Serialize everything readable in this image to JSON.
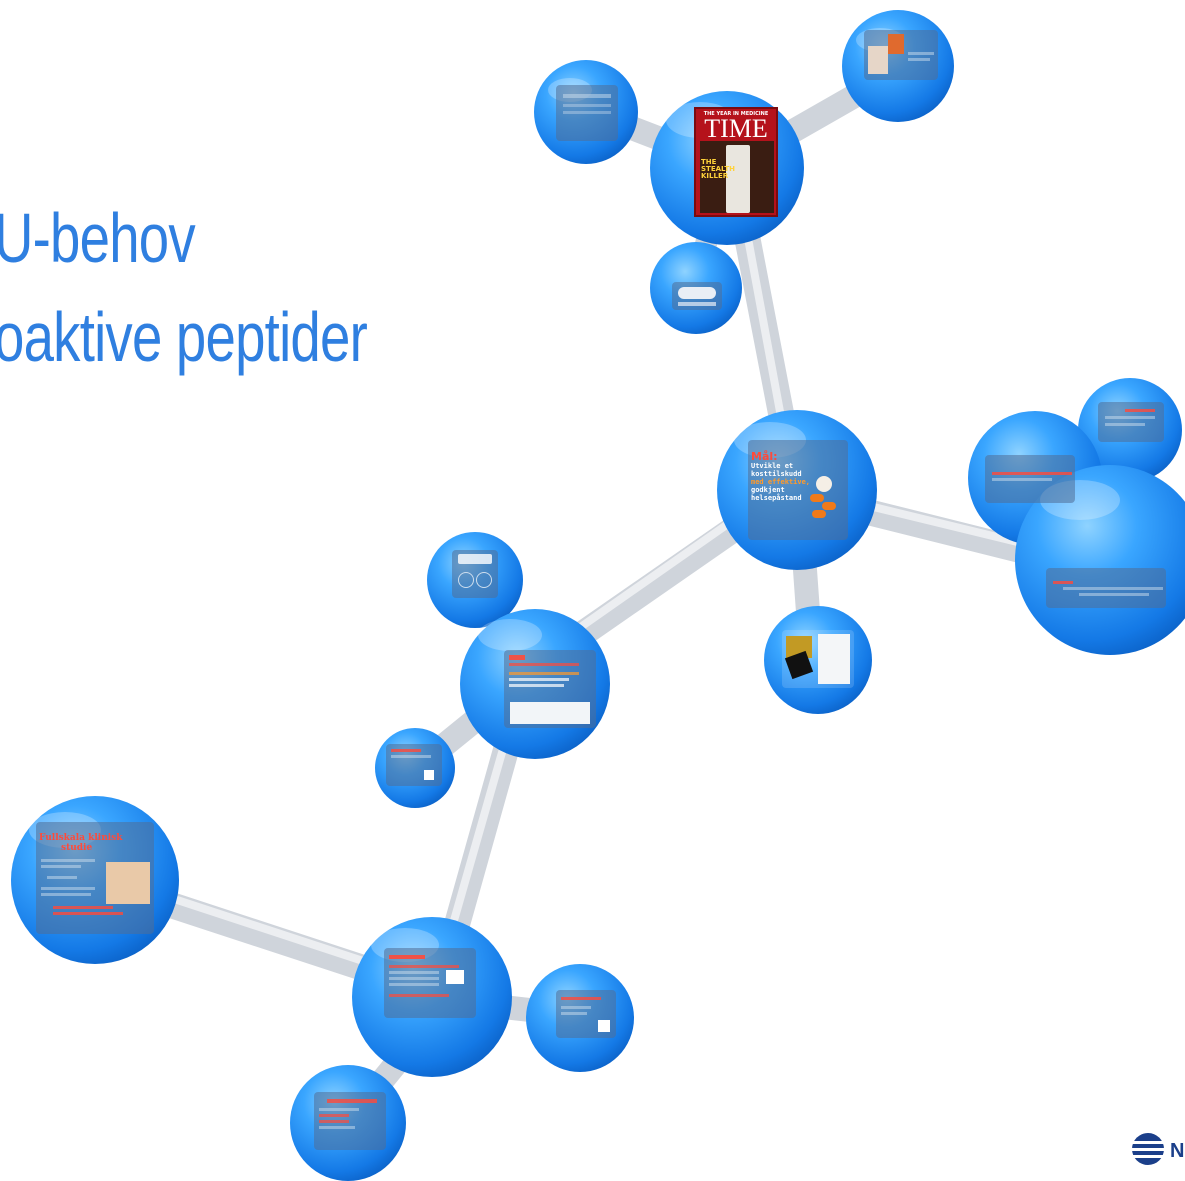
{
  "title": {
    "line1": "U-behov",
    "line2": "oaktive peptider"
  },
  "time_cover": {
    "top": "THE YEAR IN MEDICINE",
    "mast": "TIME",
    "headline": "THE STEALTH KILLER"
  },
  "mal": {
    "heading": "Mål:",
    "lines": [
      "Utvikle et",
      "kosttilskudd",
      "med effektive,",
      "godkjent",
      "helsepåstand"
    ]
  },
  "fullskala": {
    "heading1": "Fullskala klinisk",
    "heading2": "studie"
  },
  "logo": {
    "text": "N"
  },
  "colors": {
    "title": "#2f7fe0",
    "sphere": "#1e8cf0",
    "bond": "#dfe3e8",
    "accent": "#ff4a3a",
    "logo": "#1b3f8a"
  }
}
